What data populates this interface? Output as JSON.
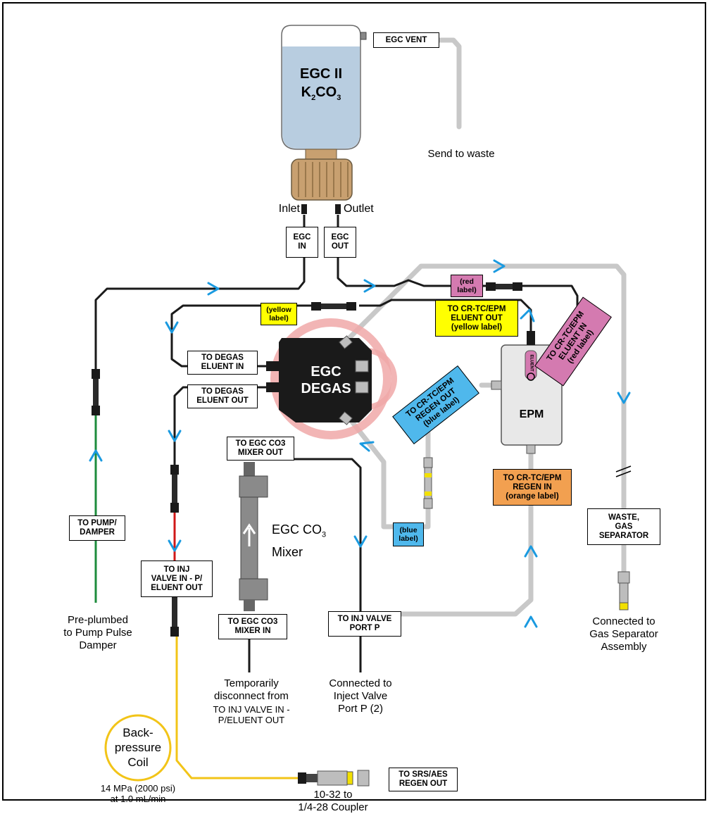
{
  "colors": {
    "tube_black": "#1a1a1a",
    "tube_gray": "#c8c8c8",
    "tube_green": "#1e8c3c",
    "tube_red": "#d01818",
    "tube_yellow": "#f2c418",
    "flow_arrow": "#1a9ae0",
    "label_yellow": "#ffff00",
    "label_pink": "#d47ab0",
    "label_blue": "#4fb8ec",
    "label_orange": "#f2a050",
    "bottle": "#b8cde0",
    "cap": "#c8a070",
    "degas_ring": "#f0a8a8",
    "epm_box": "#e8e8e8"
  },
  "bottle": {
    "title": "EGC II",
    "chem_main": "K",
    "chem_sub1": "2",
    "chem_mid": "CO",
    "chem_sub2": "3"
  },
  "labels": {
    "egc_vent": "EGC VENT",
    "send_to_waste": "Send to waste",
    "inlet": "Inlet",
    "outlet": "Outlet",
    "egc_in_1": "EGC",
    "egc_in_2": "IN",
    "egc_out_1": "EGC",
    "egc_out_2": "OUT",
    "red_label_1": "(red",
    "red_label_2": "label)",
    "yellow_label_1": "(yellow",
    "yellow_label_2": "label)",
    "to_degas_in_1": "TO DEGAS",
    "to_degas_in_2": "ELUENT IN",
    "to_degas_out_1": "TO DEGAS",
    "to_degas_out_2": "ELUENT OUT",
    "degas_1": "EGC",
    "degas_2": "DEGAS",
    "eluent_out_1": "TO CR-TC/EPM",
    "eluent_out_2": "ELUENT OUT",
    "eluent_out_3": "(yellow label)",
    "eluent_in_1": "TO CR-TC/EPM",
    "eluent_in_2": "ELUENT IN",
    "eluent_in_3": "(red label)",
    "regen_out_1": "TO CR-TC/EPM",
    "regen_out_2": "REGEN OUT",
    "regen_out_3": "(blue label)",
    "epm": "EPM",
    "eluent_small": "ELUENT",
    "mixer_out_1": "TO EGC CO3",
    "mixer_out_2": "MIXER OUT",
    "mixer_name_1": "EGC CO",
    "mixer_name_sub": "3",
    "mixer_name_2": "Mixer",
    "regen_in_1": "TO CR-TC/EPM",
    "regen_in_2": "REGEN IN",
    "regen_in_3": "(orange label)",
    "blue_label_1": "(blue",
    "blue_label_2": "label)",
    "waste_gas_1": "WASTE,",
    "waste_gas_2": "GAS",
    "waste_gas_3": "SEPARATOR",
    "to_pump_1": "TO PUMP/",
    "to_pump_2": "DAMPER",
    "to_inj_1": "TO INJ",
    "to_inj_2": "VALVE IN - P/",
    "to_inj_3": "ELUENT OUT",
    "mixer_in_1": "TO EGC CO3",
    "mixer_in_2": "MIXER IN",
    "inj_port_1": "TO INJ VALVE",
    "inj_port_2": "PORT P",
    "srs_regen_1": "TO SRS/AES",
    "srs_regen_2": "REGEN OUT",
    "pre_plumbed_1": "Pre-plumbed",
    "pre_plumbed_2": "to Pump Pulse",
    "pre_plumbed_3": "Damper",
    "temp_disc_1": "Temporarily",
    "temp_disc_2": "disconnect from",
    "temp_disc_3": "TO INJ VALVE IN -",
    "temp_disc_4": "P/ELUENT OUT",
    "connected_inj_1": "Connected to",
    "connected_inj_2": "Inject Valve",
    "connected_inj_3": "Port P (2)",
    "connected_gas_1": "Connected to",
    "connected_gas_2": "Gas Separator",
    "connected_gas_3": "Assembly",
    "coil_1": "Back-",
    "coil_2": "pressure",
    "coil_3": "Coil",
    "coil_spec_1": "14 MPa (2000 psi)",
    "coil_spec_2": "at 1.0 mL/min",
    "coupler_1": "10-32 to",
    "coupler_2": "1/4-28 Coupler"
  }
}
